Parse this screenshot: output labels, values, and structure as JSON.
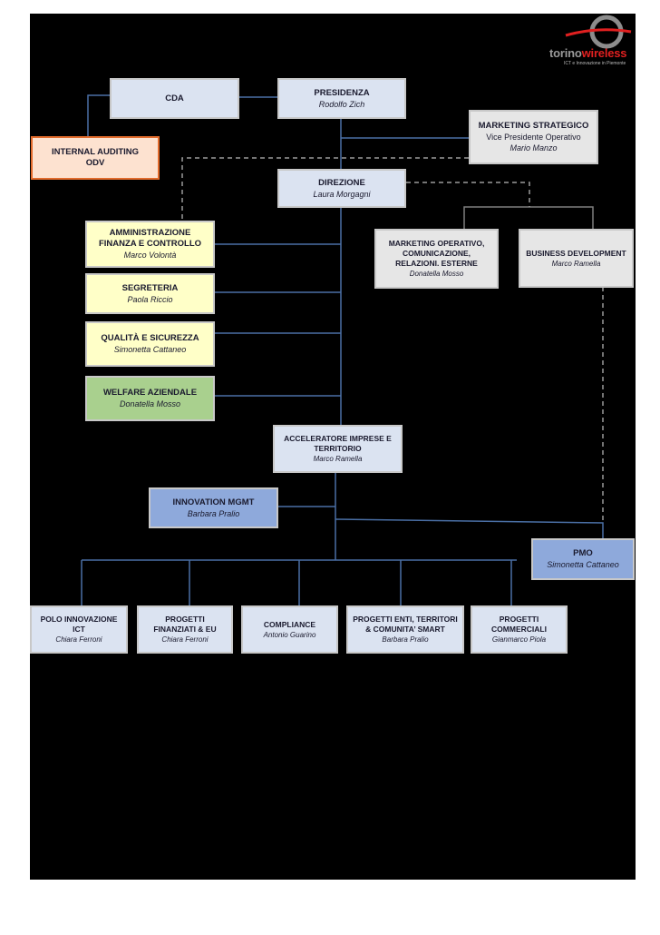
{
  "logo": {
    "part1": "torino",
    "part2": "wireless",
    "tagline": "ICT e Innovazione in Piemonte"
  },
  "boxes": {
    "cda": {
      "title": "CDA"
    },
    "presidenza": {
      "title": "PRESIDENZA",
      "person": "Rodolfo Zich"
    },
    "internal_auditing": {
      "title1": "INTERNAL AUDITING",
      "title2": "ODV"
    },
    "marketing_strategico": {
      "title": "MARKETING STRATEGICO",
      "subtitle": "Vice Presidente Operativo",
      "person": "Mario Manzo"
    },
    "direzione": {
      "title": "DIREZIONE",
      "person": "Laura Morgagni"
    },
    "amministrazione": {
      "title1": "AMMINISTRAZIONE",
      "title2": "FINANZA E CONTROLLO",
      "person": "Marco Volontà"
    },
    "segreteria": {
      "title": "SEGRETERIA",
      "person": "Paola Riccio"
    },
    "qualita": {
      "title": "QUALITÀ E SICUREZZA",
      "person": "Simonetta Cattaneo"
    },
    "welfare": {
      "title": "WELFARE AZIENDALE",
      "person": "Donatella Mosso"
    },
    "marketing_operativo": {
      "title1": "MARKETING OPERATIVO,",
      "title2": "COMUNICAZIONE,",
      "title3": "RELAZIONI. ESTERNE",
      "person": "Donatella Mosso"
    },
    "business_development": {
      "title": "BUSINESS DEVELOPMENT",
      "person": "Marco Ramella"
    },
    "acceleratore": {
      "title1": "ACCELERATORE IMPRESE E",
      "title2": "TERRITORIO",
      "person": "Marco Ramella"
    },
    "innovation_mgmt": {
      "title": "INNOVATION MGMT",
      "person": "Barbara Pralio"
    },
    "pmo": {
      "title": "PMO",
      "person": "Simonetta Cattaneo"
    },
    "polo_ict": {
      "title1": "POLO INNOVAZIONE",
      "title2": "ICT",
      "person": "Chiara Ferroni"
    },
    "progetti_finanziati": {
      "title1": "PROGETTI",
      "title2": "FINANZIATI & EU",
      "person": "Chiara Ferroni"
    },
    "compliance": {
      "title": "COMPLIANCE",
      "person": "Antonio Guarino"
    },
    "progetti_enti": {
      "title1": "PROGETTI ENTI, TERRITORI",
      "title2": "& COMUNITA’ SMART",
      "person": "Barbara Pralio"
    },
    "progetti_commerciali": {
      "title1": "PROGETTI",
      "title2": "COMMERCIALI",
      "person": "Gianmarco Piola"
    }
  }
}
